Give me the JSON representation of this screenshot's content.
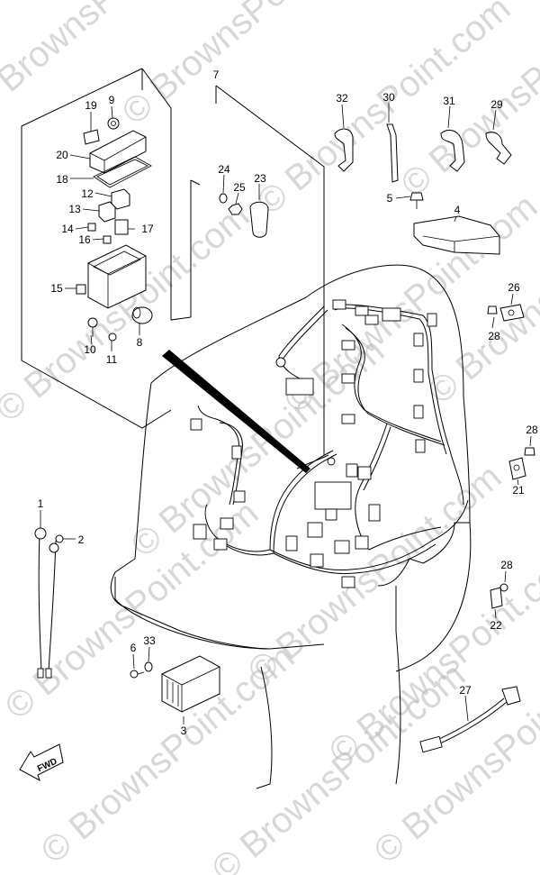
{
  "watermark": "© BrownsPoint.com",
  "fwd_label": "FWD",
  "labels": {
    "p1": "1",
    "p2": "2",
    "p3": "3",
    "p4": "4",
    "p5": "5",
    "p6": "6",
    "p7": "7",
    "p8": "8",
    "p9": "9",
    "p10": "10",
    "p11": "11",
    "p12": "12",
    "p13": "13",
    "p14": "14",
    "p15": "15",
    "p16": "16",
    "p17": "17",
    "p18": "18",
    "p19": "19",
    "p20": "20",
    "p21": "21",
    "p22": "22",
    "p23": "23",
    "p24": "24",
    "p25": "25",
    "p26": "26",
    "p27": "27",
    "p28a": "28",
    "p28b": "28",
    "p28c": "28",
    "p29": "29",
    "p30": "30",
    "p31": "31",
    "p32": "32",
    "p33": "33"
  }
}
